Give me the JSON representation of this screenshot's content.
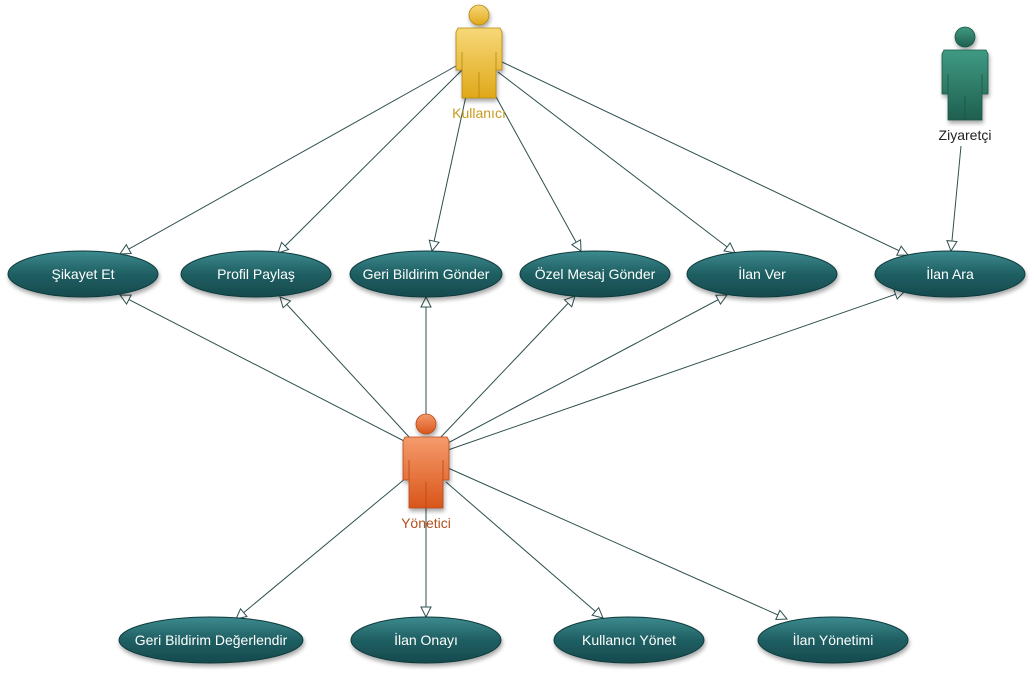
{
  "actors": {
    "kullanici": {
      "label": "Kullanıcı",
      "label_color": "#c89a1e"
    },
    "ziyaretci": {
      "label": "Ziyaretçi",
      "label_color": "#222222"
    },
    "yonetici": {
      "label": "Yönetici",
      "label_color": "#b3501e"
    }
  },
  "use_cases": {
    "sikayet_et": "Şikayet Et",
    "profil_paylas": "Profil Paylaş",
    "geri_bildirim": "Geri Bildirim Gönder",
    "ozel_mesaj": "Özel Mesaj Gönder",
    "ilan_ver": "İlan Ver",
    "ilan_ara": "İlan Ara",
    "gb_degerlendir": "Geri Bildirim Değerlendir",
    "ilan_onayi": "İlan Onayı",
    "kullanici_yonet": "Kullanıcı Yönet",
    "ilan_yonetimi": "İlan Yönetimi"
  },
  "colors": {
    "use_case_fill": "#1f5f63",
    "edge": "#2f4f4f",
    "kullanici_figure": "#f2c541",
    "ziyaretci_figure": "#2e7d68",
    "yonetici_figure": "#f07a3e"
  }
}
